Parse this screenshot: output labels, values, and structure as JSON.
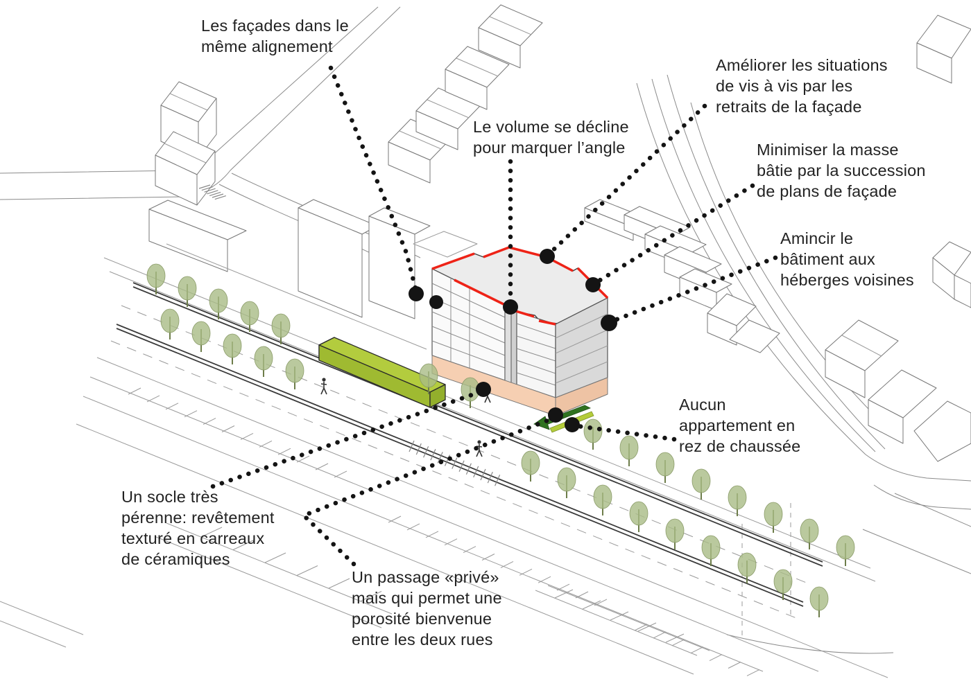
{
  "diagram": {
    "annotations": {
      "facades_alignment": {
        "line1": "Les façades dans le",
        "line2": "même alignement"
      },
      "volume_angle": {
        "line1": "Le volume se décline",
        "line2": "pour marquer l’angle"
      },
      "vis_a_vis": {
        "line1": "Améliorer les situations",
        "line2": "de vis à vis par les",
        "line3": "retraits de la façade"
      },
      "masse_batie": {
        "line1": "Minimiser la masse",
        "line2": "bâtie par la succession",
        "line3": "de plans de façade"
      },
      "heberges": {
        "line1": "Amincir le",
        "line2": "bâtiment aux",
        "line3": "héberges voisines"
      },
      "rez_de_chaussee": {
        "line1": "Aucun",
        "line2": "appartement en",
        "line3": "rez de chaussée"
      },
      "socle": {
        "line1": "Un socle très",
        "line2": "pérenne: revêtement",
        "line3": "texturé en carreaux",
        "line4": "de céramiques"
      },
      "passage": {
        "line1": "Un passage «privé»",
        "line2": "mais qui permet une",
        "line3": "porosité bienvenue",
        "line4": "entre les deux rues"
      }
    },
    "colors": {
      "roof_edge_red": "#ee2317",
      "socle_salmon": "#f6cfb2",
      "tram_green": "#b3cc3e",
      "passage_green": "#2f7220",
      "passage_stripe": "#b4cc3a",
      "tree_green": "#a9bc86",
      "dot_black": "#141414",
      "line_grey": "#8a8a8a",
      "text_color": "#222222",
      "background": "#ffffff"
    }
  }
}
